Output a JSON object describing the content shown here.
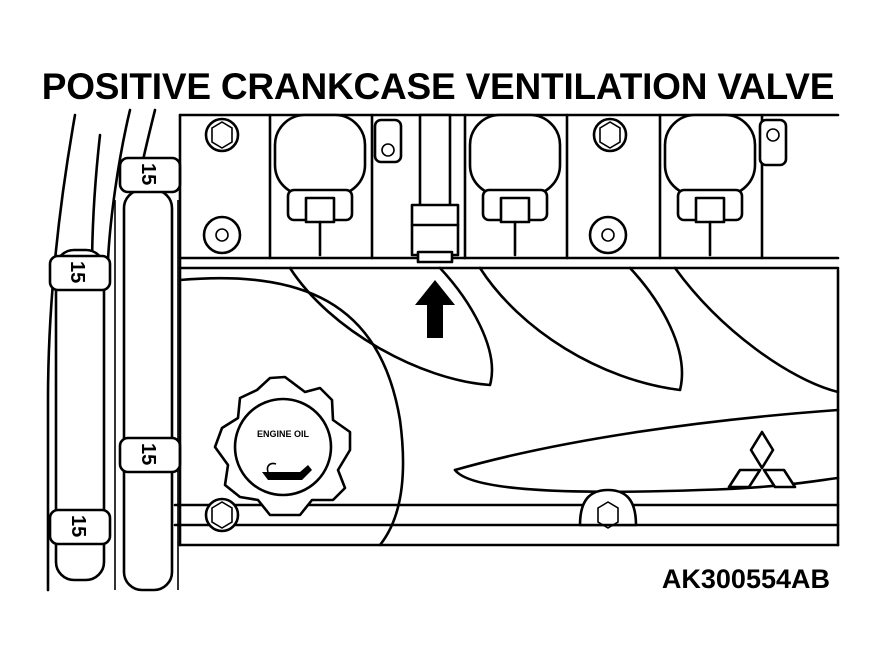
{
  "title": "POSITIVE CRANKCASE VENTILATION VALVE",
  "figure_id": "AK300554AB",
  "cap_text": "ENGINE OIL",
  "clamp_labels": [
    "15",
    "15",
    "15",
    "15"
  ],
  "colors": {
    "ink": "#000000",
    "paper": "#ffffff"
  }
}
